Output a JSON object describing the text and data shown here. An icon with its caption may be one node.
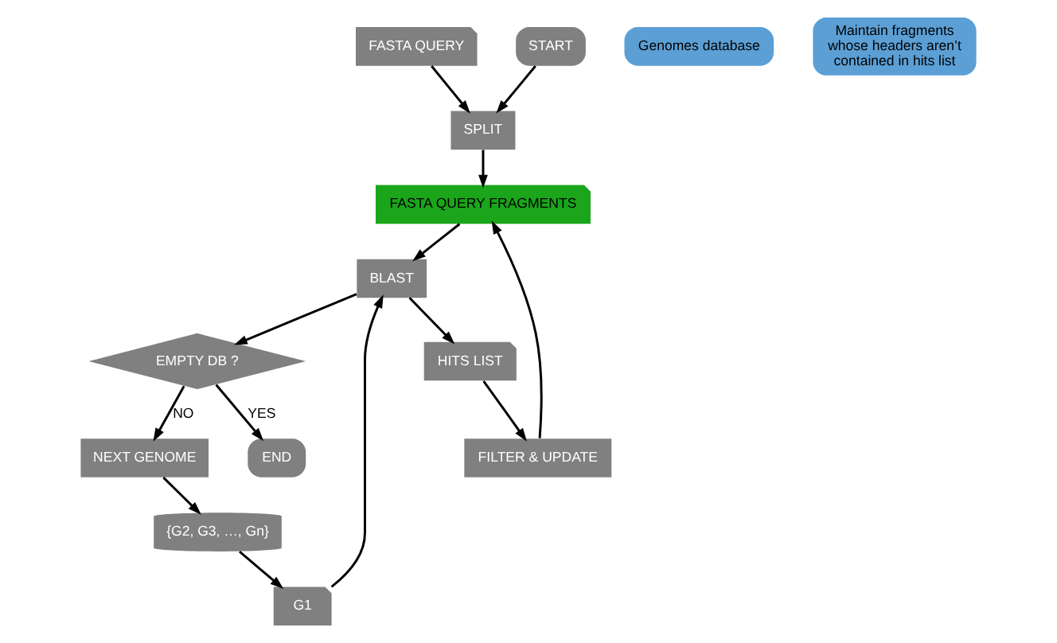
{
  "diagram": {
    "nodes": [
      {
        "text": [
          "FASTA QUERY"
        ]
      },
      {
        "text": [
          "START"
        ]
      },
      {
        "text": [
          "FASTA QUERY FRAGMENTS"
        ]
      },
      {
        "text": [
          "SPLIT"
        ]
      },
      {
        "text": [
          "Genomes database"
        ]
      },
      {
        "text": [
          "BLAST"
        ]
      },
      {
        "text": [
          "G1"
        ]
      },
      {
        "text": [
          "{G2, G3, …, Gn}"
        ]
      },
      {
        "text": [
          "HITS LIST"
        ]
      },
      {
        "text": [
          "FILTER & UPDATE"
        ]
      },
      {
        "text": [
          "EMPTY DB ?"
        ]
      },
      {
        "text": [
          "NEXT GENOME"
        ]
      },
      {
        "text": [
          "Maintain fragments whose headers aren’t contained in hits list"
        ]
      },
      {
        "text": [
          "END"
        ]
      }
    ],
    "edges": [
      {
        "from": 0,
        "to": 3,
        "arrow": "to"
      },
      {
        "from": 1,
        "to": 3,
        "arrow": "to"
      },
      {
        "from": 3,
        "to": 2,
        "arrow": "to"
      },
      {
        "from": 2,
        "to": 5,
        "arrow": "to"
      },
      {
        "from": 5,
        "to": 8,
        "arrow": "to"
      },
      {
        "from": 8,
        "to": 9,
        "arrow": "to"
      },
      {
        "from": 9,
        "to": 2,
        "arrow": "to"
      },
      {
        "from": 5,
        "to": 10,
        "arrow": "to"
      },
      {
        "from": 10,
        "to": 11,
        "arrow": "to",
        "label": "NO"
      },
      {
        "from": 11,
        "to": 7,
        "arrow": "to"
      },
      {
        "from": 7,
        "to": 6,
        "arrow": "to"
      },
      {
        "from": 6,
        "to": 5,
        "arrow": "to"
      },
      {
        "from": 10,
        "to": 13,
        "arrow": "to",
        "label": "YES"
      }
    ]
  }
}
